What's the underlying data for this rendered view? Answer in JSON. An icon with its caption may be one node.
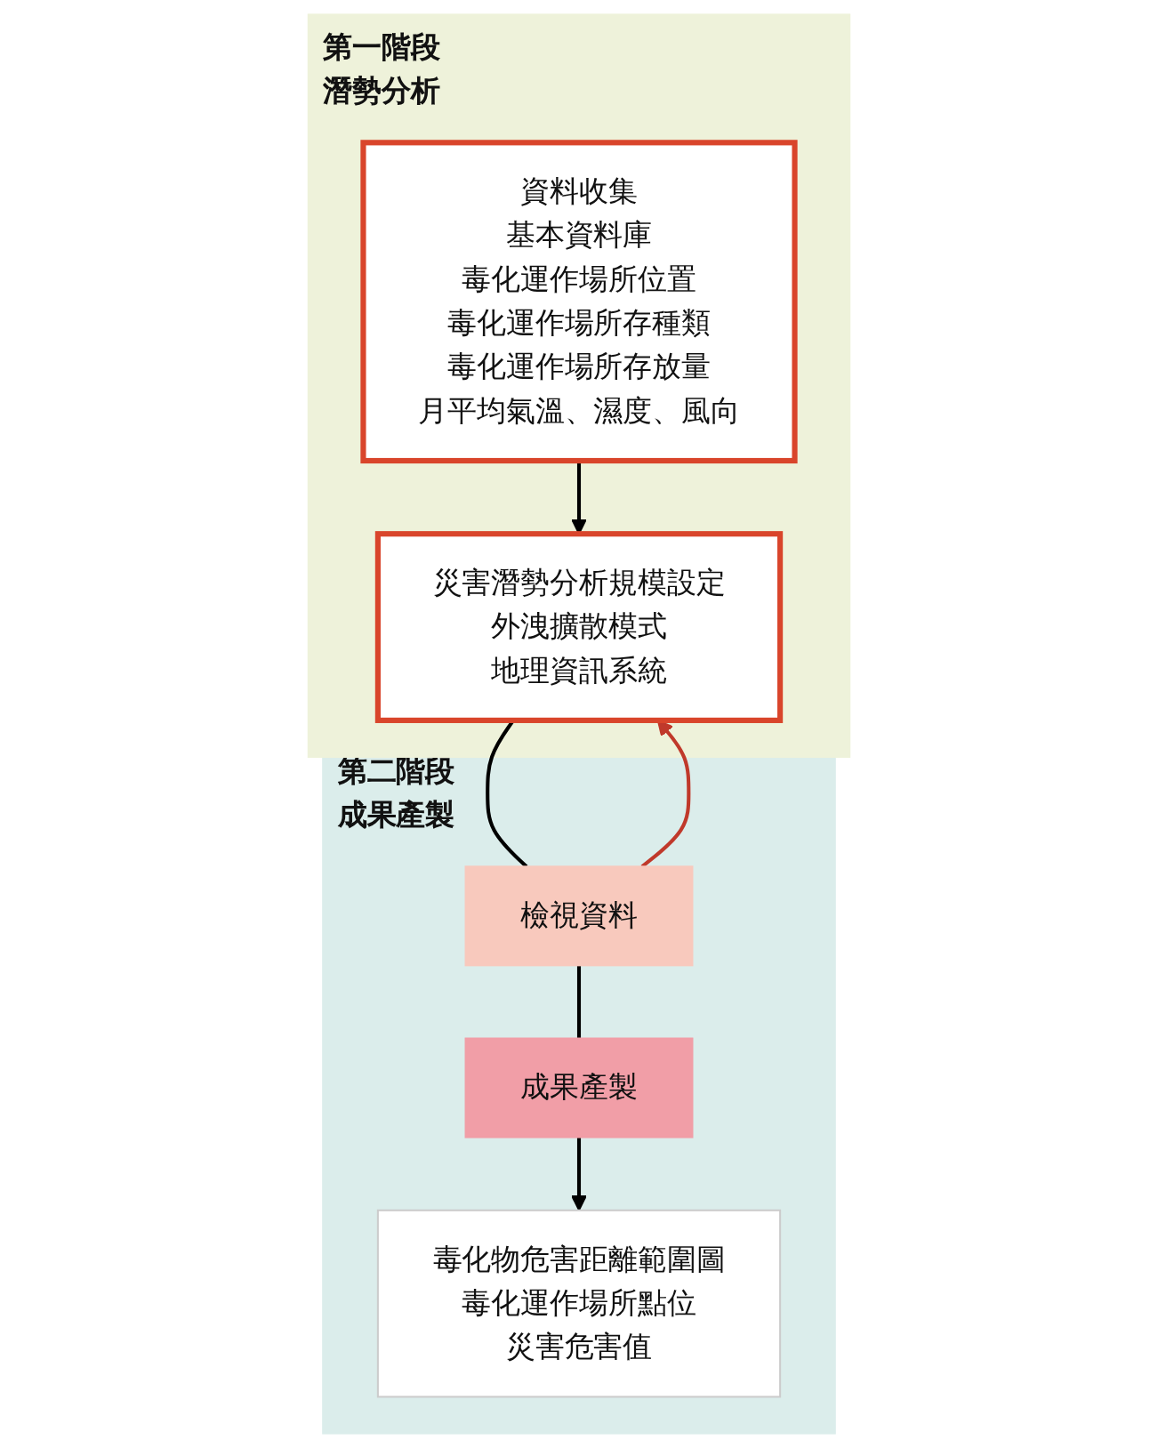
{
  "diagram": {
    "nodes": [
      {
        "text": [
          "第一階段",
          "潛勢分析"
        ]
      },
      {
        "text": [
          "資料收集",
          "基本資料庫",
          "毒化運作場所位置",
          "毒化運作場所存種類",
          "毒化運作場所存放量",
          "月平均氣溫、濕度、風向"
        ],
        "in": 0
      },
      {
        "text": [
          "災害潛勢分析規模設定",
          "外洩擴散模式",
          "地理資訊系統"
        ],
        "in": 0
      },
      {
        "text": [
          "第二階段",
          "成果產製"
        ]
      },
      {
        "text": [
          "檢視資料"
        ],
        "in": 3
      },
      {
        "text": [
          "成果產製"
        ],
        "in": 3
      },
      {
        "text": [
          "毒化物危害距離範圍圖",
          "毒化運作場所點位",
          "災害危害值"
        ],
        "in": 3
      }
    ],
    "edges": [
      {
        "from": 1,
        "to": 2,
        "arrow": "to"
      },
      {
        "from": 2,
        "to": 4,
        "arrow": "none"
      },
      {
        "from": 4,
        "to": 5,
        "arrow": "none"
      },
      {
        "from": 5,
        "to": 6,
        "arrow": "to"
      },
      {
        "from": 4,
        "to": 2,
        "arrow": "to",
        "color": "#c0392b"
      }
    ]
  }
}
